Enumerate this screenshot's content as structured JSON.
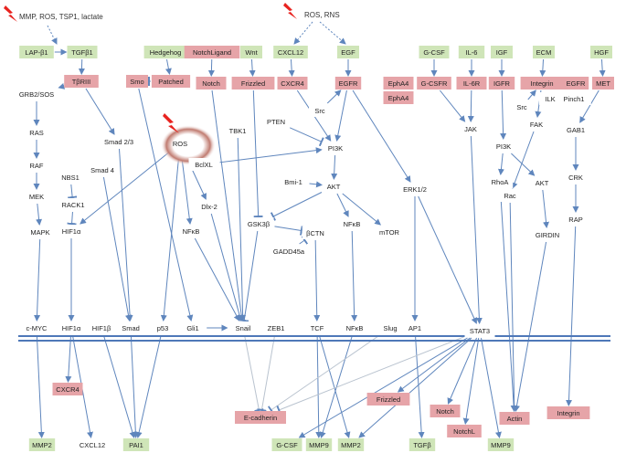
{
  "colors": {
    "green_fill": "#cfe5b8",
    "pink_fill": "#e6a4a8",
    "white_fill": "#ffffff",
    "arrow": "#5f86bd",
    "inhibit_gray": "#b9c3cf",
    "bar": "#4e78b8",
    "ros_halo": "#c07b70",
    "lightning": "#e8231f"
  },
  "labels": {
    "stimulus_left": "MMP, ROS, TSP1, lactate",
    "stimulus_mid": "ROS, RNS"
  },
  "nodes": [
    {
      "id": "lap",
      "label": "LAP-β1",
      "type": "green"
    },
    {
      "id": "tgfb1",
      "label": "TGFβ1",
      "type": "green"
    },
    {
      "id": "tbriii",
      "label": "TβRIII",
      "type": "pink"
    },
    {
      "id": "hedgehog",
      "label": "Hedgehog",
      "type": "green"
    },
    {
      "id": "notchlig",
      "label": "NotchLigand",
      "type": "pink"
    },
    {
      "id": "wnt",
      "label": "Wnt",
      "type": "green"
    },
    {
      "id": "cxcl12t",
      "label": "CXCL12",
      "type": "green"
    },
    {
      "id": "egft",
      "label": "EGF",
      "type": "green"
    },
    {
      "id": "gcsft",
      "label": "G-CSF",
      "type": "green"
    },
    {
      "id": "il6",
      "label": "IL-6",
      "type": "green"
    },
    {
      "id": "igf",
      "label": "IGF",
      "type": "green"
    },
    {
      "id": "ecm",
      "label": "ECM",
      "type": "green"
    },
    {
      "id": "hgf",
      "label": "HGF",
      "type": "green"
    },
    {
      "id": "smo",
      "label": "Smo",
      "type": "pink"
    },
    {
      "id": "patched",
      "label": "Patched",
      "type": "pink"
    },
    {
      "id": "notch_r",
      "label": "Notch",
      "type": "pink"
    },
    {
      "id": "frizzled_r",
      "label": "Frizzled",
      "type": "pink"
    },
    {
      "id": "cxcr4_r",
      "label": "CXCR4",
      "type": "pink"
    },
    {
      "id": "egfr_r",
      "label": "EGFR",
      "type": "pink"
    },
    {
      "id": "epha4a",
      "label": "EphA4",
      "type": "pink"
    },
    {
      "id": "epha4b",
      "label": "EphA4",
      "type": "pink"
    },
    {
      "id": "gcsfr",
      "label": "G-CSFR",
      "type": "pink"
    },
    {
      "id": "il6r",
      "label": "IL-6R",
      "type": "pink"
    },
    {
      "id": "igfr",
      "label": "IGFR",
      "type": "pink"
    },
    {
      "id": "integrin_r",
      "label": "Integrin",
      "type": "pink"
    },
    {
      "id": "egfr2",
      "label": "EGFR",
      "type": "pink"
    },
    {
      "id": "met",
      "label": "MET",
      "type": "pink"
    },
    {
      "id": "grb2",
      "label": "GRB2/SOS",
      "type": "white"
    },
    {
      "id": "ras",
      "label": "RAS",
      "type": "white"
    },
    {
      "id": "smad23",
      "label": "Smad 2/3",
      "type": "white"
    },
    {
      "id": "raf",
      "label": "RAF",
      "type": "white"
    },
    {
      "id": "nbs1",
      "label": "NBS1",
      "type": "white"
    },
    {
      "id": "smad4",
      "label": "Smad 4",
      "type": "white"
    },
    {
      "id": "mek",
      "label": "MEK",
      "type": "white"
    },
    {
      "id": "rack1",
      "label": "RACK1",
      "type": "white"
    },
    {
      "id": "mapk",
      "label": "MAPK",
      "type": "white"
    },
    {
      "id": "hif1a_c",
      "label": "HIF1α",
      "type": "white"
    },
    {
      "id": "ros",
      "label": "ROS",
      "type": "white"
    },
    {
      "id": "bclxl",
      "label": "BclXL",
      "type": "white"
    },
    {
      "id": "dlx2",
      "label": "Dlx-2",
      "type": "white"
    },
    {
      "id": "nfkb_l",
      "label": "NFκB",
      "type": "white"
    },
    {
      "id": "tbk1",
      "label": "TBK1",
      "type": "white"
    },
    {
      "id": "pten",
      "label": "PTEN",
      "type": "white"
    },
    {
      "id": "src_m",
      "label": "Src",
      "type": "white"
    },
    {
      "id": "pi3k_m",
      "label": "PI3K",
      "type": "white"
    },
    {
      "id": "bmi1",
      "label": "Bmi-1",
      "type": "white"
    },
    {
      "id": "akt_m",
      "label": "AKT",
      "type": "white"
    },
    {
      "id": "erk12",
      "label": "ERK1/2",
      "type": "white"
    },
    {
      "id": "gsk3b",
      "label": "GSK3β",
      "type": "white"
    },
    {
      "id": "bctn",
      "label": "βCTN",
      "type": "white"
    },
    {
      "id": "nfkb_m",
      "label": "NFκB",
      "type": "white"
    },
    {
      "id": "mtor",
      "label": "mTOR",
      "type": "white"
    },
    {
      "id": "gadd45a",
      "label": "GADD45a",
      "type": "white"
    },
    {
      "id": "jak",
      "label": "JAK",
      "type": "white"
    },
    {
      "id": "src_r",
      "label": "Src",
      "type": "white"
    },
    {
      "id": "ilk",
      "label": "ILK",
      "type": "white"
    },
    {
      "id": "pinch1",
      "label": "Pinch1",
      "type": "white"
    },
    {
      "id": "fak",
      "label": "FAK",
      "type": "white"
    },
    {
      "id": "pi3k_r",
      "label": "PI3K",
      "type": "white"
    },
    {
      "id": "rhoa",
      "label": "RhoA",
      "type": "white"
    },
    {
      "id": "akt_r",
      "label": "AKT",
      "type": "white"
    },
    {
      "id": "rac",
      "label": "Rac",
      "type": "white"
    },
    {
      "id": "girdin",
      "label": "GIRDIN",
      "type": "white"
    },
    {
      "id": "gab1",
      "label": "GAB1",
      "type": "white"
    },
    {
      "id": "crk",
      "label": "CRK",
      "type": "white"
    },
    {
      "id": "rap",
      "label": "RAP",
      "type": "white"
    },
    {
      "id": "cmyc",
      "label": "c-MYC",
      "type": "white"
    },
    {
      "id": "hif1a_n",
      "label": "HIF1α",
      "type": "white"
    },
    {
      "id": "hif1b",
      "label": "HIF1β",
      "type": "white"
    },
    {
      "id": "smad_n",
      "label": "Smad",
      "type": "white"
    },
    {
      "id": "p53",
      "label": "p53",
      "type": "white"
    },
    {
      "id": "gli1",
      "label": "Gli1",
      "type": "white"
    },
    {
      "id": "snail",
      "label": "Snail",
      "type": "white"
    },
    {
      "id": "zeb1",
      "label": "ZEB1",
      "type": "white"
    },
    {
      "id": "tcf",
      "label": "TCF",
      "type": "white"
    },
    {
      "id": "nfkb_n",
      "label": "NFκB",
      "type": "white"
    },
    {
      "id": "slug",
      "label": "Slug",
      "type": "white"
    },
    {
      "id": "ap1",
      "label": "AP1",
      "type": "white"
    },
    {
      "id": "stat3",
      "label": "STAT3",
      "type": "white"
    },
    {
      "id": "cxcr4_o",
      "label": "CXCR4",
      "type": "pink"
    },
    {
      "id": "ecad",
      "label": "E-cadherin",
      "type": "pink"
    },
    {
      "id": "frizzled_o",
      "label": "Frizzled",
      "type": "pink"
    },
    {
      "id": "notch_o",
      "label": "Notch",
      "type": "pink"
    },
    {
      "id": "actin",
      "label": "Actin",
      "type": "pink"
    },
    {
      "id": "integrin_o",
      "label": "Integrin",
      "type": "pink"
    },
    {
      "id": "notchl_o",
      "label": "NotchL",
      "type": "pink"
    },
    {
      "id": "mmp2a",
      "label": "MMP2",
      "type": "green"
    },
    {
      "id": "cxcl12o",
      "label": "CXCL12",
      "type": "white"
    },
    {
      "id": "pai1",
      "label": "PAI1",
      "type": "green"
    },
    {
      "id": "gcsfo",
      "label": "G-CSF",
      "type": "green"
    },
    {
      "id": "mmp9a",
      "label": "MMP9",
      "type": "green"
    },
    {
      "id": "mmp2b",
      "label": "MMP2",
      "type": "green"
    },
    {
      "id": "tgfbo",
      "label": "TGFβ",
      "type": "green"
    },
    {
      "id": "mmp9b",
      "label": "MMP9",
      "type": "green"
    }
  ],
  "edges": [
    {
      "from": "lap",
      "to": "tgfb1",
      "kind": "act"
    },
    {
      "from": "tgfb1",
      "to": "tbriii",
      "kind": "act"
    },
    {
      "from": "tbriii",
      "to": "grb2",
      "kind": "act"
    },
    {
      "from": "tbriii",
      "to": "smad23",
      "kind": "act"
    },
    {
      "from": "grb2",
      "to": "ras",
      "kind": "act"
    },
    {
      "from": "ras",
      "to": "raf",
      "kind": "act"
    },
    {
      "from": "raf",
      "to": "mek",
      "kind": "act"
    },
    {
      "from": "mek",
      "to": "mapk",
      "kind": "act"
    },
    {
      "from": "nbs1",
      "to": "rack1",
      "kind": "inh"
    },
    {
      "from": "rack1",
      "to": "hif1a_c",
      "kind": "inh"
    },
    {
      "from": "hif1a_c",
      "to": "hif1a_n",
      "kind": "act"
    },
    {
      "from": "mapk",
      "to": "cmyc",
      "kind": "act"
    },
    {
      "from": "smad23",
      "to": "smad_n",
      "kind": "act"
    },
    {
      "from": "smad4",
      "to": "smad_n",
      "kind": "act"
    },
    {
      "from": "hedgehog",
      "to": "patched",
      "kind": "act"
    },
    {
      "from": "patched",
      "to": "smo",
      "kind": "inh"
    },
    {
      "from": "smo",
      "to": "gli1",
      "kind": "act"
    },
    {
      "from": "notchlig",
      "to": "notch_r",
      "kind": "act"
    },
    {
      "from": "notch_r",
      "to": "snail",
      "kind": "act"
    },
    {
      "from": "wnt",
      "to": "frizzled_r",
      "kind": "act"
    },
    {
      "from": "frizzled_r",
      "to": "gsk3b",
      "kind": "inh"
    },
    {
      "from": "cxcl12t",
      "to": "cxcr4_r",
      "kind": "act"
    },
    {
      "from": "egft",
      "to": "egfr_r",
      "kind": "act"
    },
    {
      "from": "cxcr4_r",
      "to": "pi3k_m",
      "kind": "act"
    },
    {
      "from": "egfr_r",
      "to": "pi3k_m",
      "kind": "act"
    },
    {
      "from": "egfr_r",
      "to": "erk12",
      "kind": "act"
    },
    {
      "from": "src_m",
      "to": "egfr_r",
      "kind": "act"
    },
    {
      "from": "pten",
      "to": "pi3k_m",
      "kind": "inh"
    },
    {
      "from": "pi3k_m",
      "to": "akt_m",
      "kind": "act"
    },
    {
      "from": "bmi1",
      "to": "akt_m",
      "kind": "act"
    },
    {
      "from": "akt_m",
      "to": "gsk3b",
      "kind": "inh"
    },
    {
      "from": "akt_m",
      "to": "nfkb_m",
      "kind": "act"
    },
    {
      "from": "akt_m",
      "to": "mtor",
      "kind": "act"
    },
    {
      "from": "gsk3b",
      "to": "bctn",
      "kind": "inh"
    },
    {
      "from": "gsk3b",
      "to": "snail",
      "kind": "inh"
    },
    {
      "from": "gadd45a",
      "to": "bctn",
      "kind": "inh"
    },
    {
      "from": "bctn",
      "to": "tcf",
      "kind": "act"
    },
    {
      "from": "nfkb_m",
      "to": "nfkb_n",
      "kind": "act"
    },
    {
      "from": "erk12",
      "to": "ap1",
      "kind": "act"
    },
    {
      "from": "erk12",
      "to": "stat3",
      "kind": "act"
    },
    {
      "from": "tbk1",
      "to": "snail",
      "kind": "act"
    },
    {
      "from": "ros",
      "to": "bclxl",
      "kind": "act"
    },
    {
      "from": "ros",
      "to": "dlx2",
      "kind": "act"
    },
    {
      "from": "ros",
      "to": "nfkb_l",
      "kind": "act"
    },
    {
      "from": "ros",
      "to": "hif1a_c",
      "kind": "act"
    },
    {
      "from": "ros",
      "to": "p53",
      "kind": "act"
    },
    {
      "from": "bclxl",
      "to": "pi3k_m",
      "kind": "act"
    },
    {
      "from": "dlx2",
      "to": "snail",
      "kind": "act"
    },
    {
      "from": "nfkb_l",
      "to": "snail",
      "kind": "act"
    },
    {
      "from": "gcsft",
      "to": "gcsfr",
      "kind": "act"
    },
    {
      "from": "il6",
      "to": "il6r",
      "kind": "act"
    },
    {
      "from": "gcsfr",
      "to": "jak",
      "kind": "act"
    },
    {
      "from": "il6r",
      "to": "jak",
      "kind": "act"
    },
    {
      "from": "jak",
      "to": "stat3",
      "kind": "act"
    },
    {
      "from": "igf",
      "to": "igfr",
      "kind": "act"
    },
    {
      "from": "ecm",
      "to": "integrin_r",
      "kind": "act"
    },
    {
      "from": "igfr",
      "to": "pi3k_r",
      "kind": "act"
    },
    {
      "from": "src_r",
      "to": "integrin_r",
      "kind": "act"
    },
    {
      "from": "integrin_r",
      "to": "fak",
      "kind": "act"
    },
    {
      "from": "fak",
      "to": "rac",
      "kind": "act"
    },
    {
      "from": "pi3k_r",
      "to": "rhoa",
      "kind": "act"
    },
    {
      "from": "pi3k_r",
      "to": "akt_r",
      "kind": "act"
    },
    {
      "from": "akt_r",
      "to": "girdin",
      "kind": "act"
    },
    {
      "from": "girdin",
      "to": "actin",
      "kind": "act"
    },
    {
      "from": "rac",
      "to": "actin",
      "kind": "act"
    },
    {
      "from": "rhoa",
      "to": "actin",
      "kind": "act"
    },
    {
      "from": "hgf",
      "to": "met",
      "kind": "act"
    },
    {
      "from": "met",
      "to": "gab1",
      "kind": "act"
    },
    {
      "from": "gab1",
      "to": "crk",
      "kind": "act"
    },
    {
      "from": "crk",
      "to": "rap",
      "kind": "act"
    },
    {
      "from": "rap",
      "to": "integrin_o",
      "kind": "act"
    },
    {
      "from": "cmyc",
      "to": "mmp2a",
      "kind": "act"
    },
    {
      "from": "hif1a_n",
      "to": "cxcr4_o",
      "kind": "act"
    },
    {
      "from": "hif1a_n",
      "to": "cxcl12o",
      "kind": "act"
    },
    {
      "from": "hif1b",
      "to": "pai1",
      "kind": "act"
    },
    {
      "from": "smad_n",
      "to": "pai1",
      "kind": "act"
    },
    {
      "from": "p53",
      "to": "pai1",
      "kind": "act"
    },
    {
      "from": "snail",
      "to": "ecad",
      "kind": "inh"
    },
    {
      "from": "zeb1",
      "to": "ecad",
      "kind": "inh"
    },
    {
      "from": "tcf",
      "to": "mmp9a",
      "kind": "act"
    },
    {
      "from": "tcf",
      "to": "mmp2b",
      "kind": "act"
    },
    {
      "from": "nfkb_n",
      "to": "mmp9a",
      "kind": "act"
    },
    {
      "from": "slug",
      "to": "ecad",
      "kind": "inh"
    },
    {
      "from": "ap1",
      "to": "tgfbo",
      "kind": "act"
    },
    {
      "from": "stat3",
      "to": "gcsfo",
      "kind": "act"
    },
    {
      "from": "stat3",
      "to": "mmp2b",
      "kind": "act"
    },
    {
      "from": "stat3",
      "to": "frizzled_o",
      "kind": "act"
    },
    {
      "from": "stat3",
      "to": "notch_o",
      "kind": "act"
    },
    {
      "from": "stat3",
      "to": "notchl_o",
      "kind": "act"
    },
    {
      "from": "stat3",
      "to": "mmp9b",
      "kind": "act"
    },
    {
      "from": "stat3",
      "to": "ecad",
      "kind": "inh"
    },
    {
      "from": "gli1",
      "to": "snail",
      "kind": "act"
    }
  ]
}
